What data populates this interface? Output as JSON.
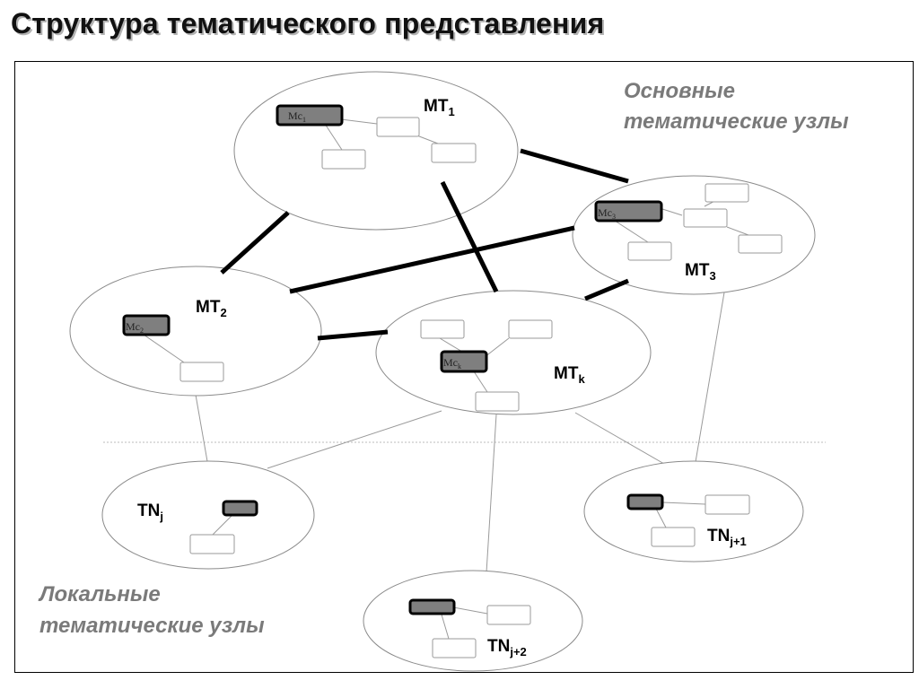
{
  "title": "Структура тематического представления",
  "captions": {
    "main_line1": "Основные",
    "main_line2": "тематические узлы",
    "local_line1": "Локальные",
    "local_line2": "тематические узлы"
  },
  "nodes": {
    "mt1": {
      "base": "MT",
      "sub": "1",
      "mc_base": "Mc",
      "mc_sub": "1"
    },
    "mt2": {
      "base": "MT",
      "sub": "2",
      "mc_base": "Mc",
      "mc_sub": "2"
    },
    "mt3": {
      "base": "MT",
      "sub": "3",
      "mc_base": "Mc",
      "mc_sub": "3"
    },
    "mtk": {
      "base": "MT",
      "sub": "k",
      "mc_base": "Mc",
      "mc_sub": "k"
    },
    "tnj": {
      "base": "TN",
      "sub": "j"
    },
    "tnj1": {
      "base": "TN",
      "sub": "j+1"
    },
    "tnj2": {
      "base": "TN",
      "sub": "j+2"
    }
  },
  "colors": {
    "core_box": "#7f7f7f",
    "link": "#000000",
    "thin_line": "#9a9a9a",
    "caption": "#7a7a7a"
  }
}
